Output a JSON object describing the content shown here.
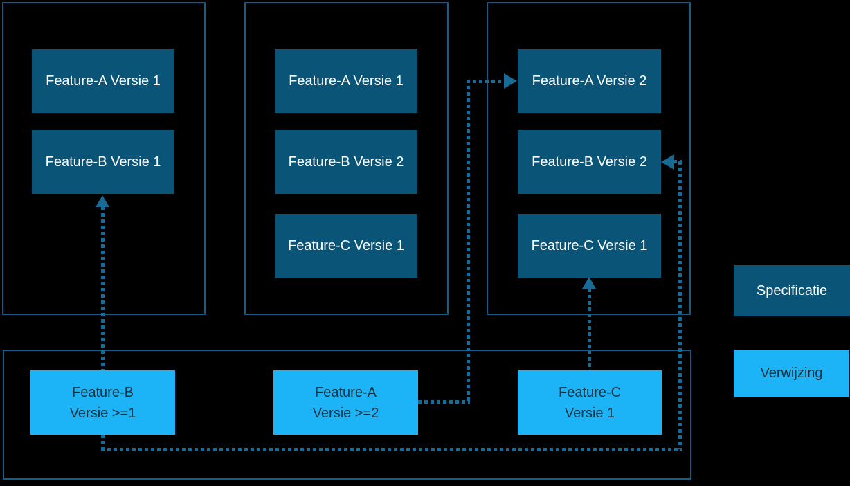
{
  "diagram": {
    "packages": [
      {
        "boxes": [
          {
            "label": "Feature-A Versie 1"
          },
          {
            "label": "Feature-B Versie 1"
          }
        ]
      },
      {
        "boxes": [
          {
            "label": "Feature-A Versie 1"
          },
          {
            "label": "Feature-B Versie 2"
          },
          {
            "label": "Feature-C Versie 1"
          }
        ]
      },
      {
        "boxes": [
          {
            "label": "Feature-A Versie 2"
          },
          {
            "label": "Feature-B Versie 2"
          },
          {
            "label": "Feature-C Versie 1"
          }
        ]
      }
    ],
    "references": [
      {
        "line1": "Feature-B",
        "line2": "Versie >=1"
      },
      {
        "line1": "Feature-A",
        "line2": "Versie >=2"
      },
      {
        "line1": "Feature-C",
        "line2": "Versie 1"
      }
    ],
    "legend": {
      "specification_label": "Specificatie",
      "reference_label": "Verwijzing"
    },
    "colors": {
      "background": "#000000",
      "package_border": "#135e88",
      "specification_fill": "#0a5477",
      "reference_fill": "#1cb4f7",
      "connector": "#186b96",
      "text_on_specification": "#ffffff",
      "text_on_reference": "#14313f"
    }
  }
}
